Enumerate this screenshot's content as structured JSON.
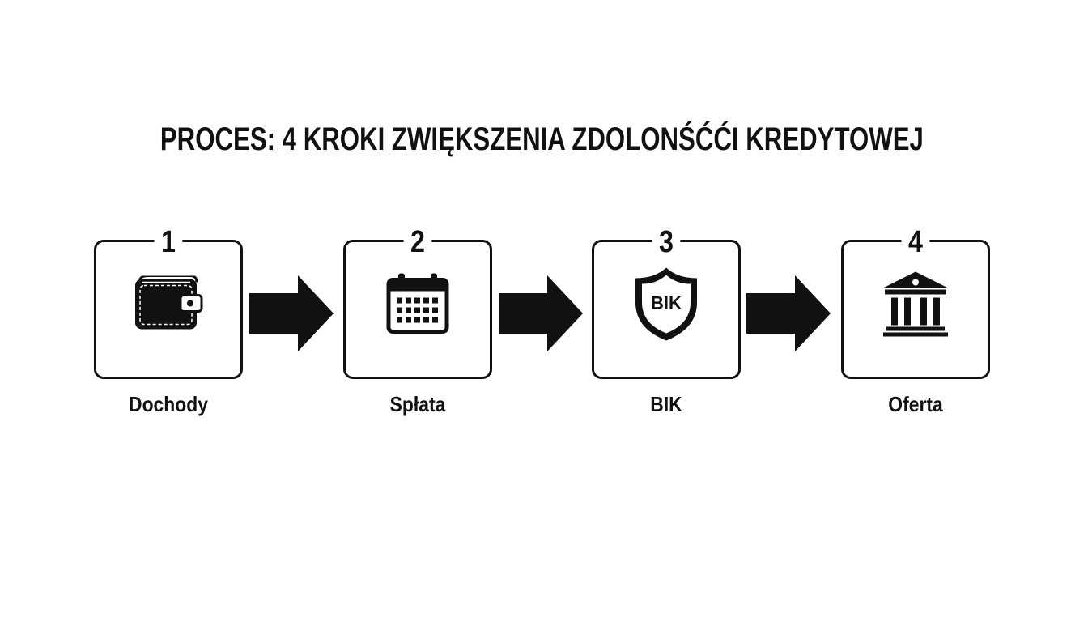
{
  "title": "PROCES: 4 KROKI ZWIĘKSZENIA ZDOLONŚĆĆI KREDYTOWEJ",
  "steps": [
    {
      "number": "1",
      "label": "Dochody",
      "icon": "wallet-icon"
    },
    {
      "number": "2",
      "label": "Spłata",
      "icon": "calendar-icon"
    },
    {
      "number": "3",
      "label": "BIK",
      "icon": "shield-icon",
      "icon_text": "BIK"
    },
    {
      "number": "4",
      "label": "Oferta",
      "icon": "bank-icon"
    }
  ],
  "colors": {
    "foreground": "#111111",
    "background": "#ffffff"
  }
}
